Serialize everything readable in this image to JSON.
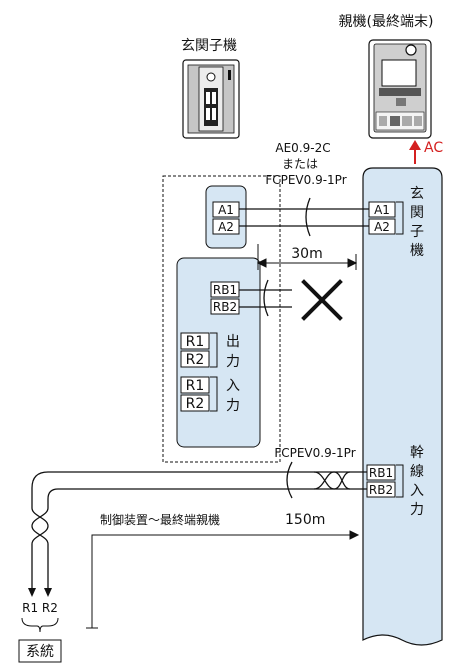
{
  "devices": {
    "entrance_unit_label": "玄関子機",
    "master_unit_label": "親機(最終端末)",
    "ac_label": "AC"
  },
  "cables": {
    "top_cable_line1": "AE0.9-2C",
    "top_cable_line2": "または",
    "top_cable_line3": "FCPEV0.9-1Pr",
    "trunk_cable": "FCPEV0.9-1Pr"
  },
  "distances": {
    "rb_limit": "30m",
    "control_to_master_label": "制御装置〜最終端親機",
    "control_to_master_value": "150m"
  },
  "terminals": {
    "door_a1": "A1",
    "door_a2": "A2",
    "master_a1": "A1",
    "master_a2": "A2",
    "rb1": "RB1",
    "rb2": "RB2",
    "out_r1": "R1",
    "out_r2": "R2",
    "in_r1": "R1",
    "in_r2": "R2",
    "trunk_rb1": "RB1",
    "trunk_rb2": "RB2"
  },
  "group_labels": {
    "output": "出力",
    "input": "入力",
    "entrance_vertical": "玄関子機",
    "trunk_input_vertical": "幹線入力"
  },
  "system": {
    "r_labels": "R1 R2",
    "system_label": "系統"
  },
  "colors": {
    "panel_fill": "#d6e6f3",
    "line": "#111111",
    "accent": "#d42020"
  }
}
